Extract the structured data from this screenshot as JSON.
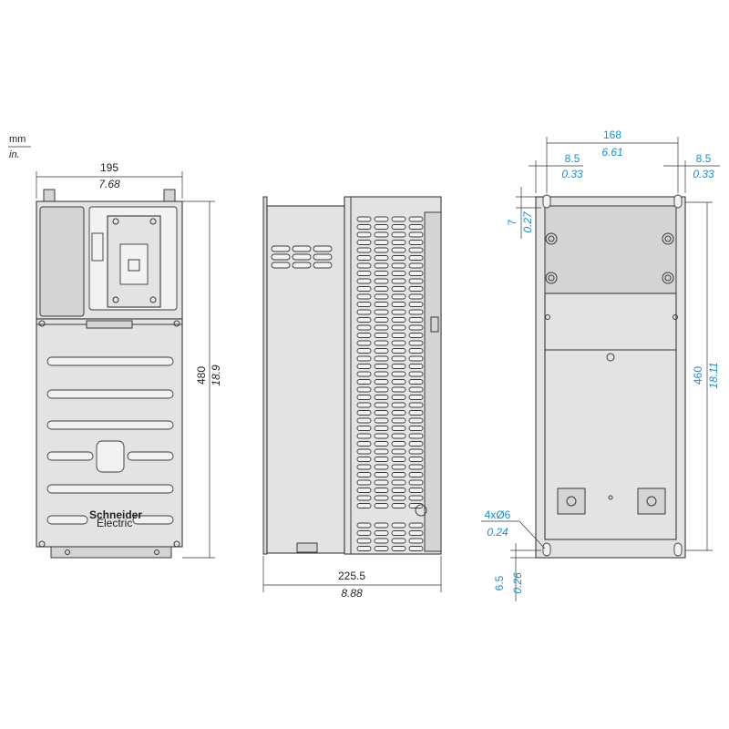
{
  "units": {
    "top": "mm",
    "bottom": "in."
  },
  "front_view": {
    "width_mm": "195",
    "width_in": "7.68",
    "height_mm": "480",
    "height_in": "18.9",
    "logo_line1": "Schneider",
    "logo_line2": "Electric"
  },
  "side_view": {
    "depth_mm": "225.5",
    "depth_in": "8.88"
  },
  "rear_view": {
    "spacing_mm": "168",
    "spacing_in": "6.61",
    "left_offset_mm": "8.5",
    "left_offset_in": "0.33",
    "right_offset_mm": "8.5",
    "right_offset_in": "0.33",
    "top_offset_mm": "7",
    "top_offset_in": "0.27",
    "height_mm": "460",
    "height_in": "18.11",
    "hole_mm": "4xØ6",
    "hole_in": "0.24",
    "bottom_offset_mm": "6.5",
    "bottom_offset_in": "0.26"
  },
  "colors": {
    "dimension_blue": "#1a8fd0",
    "line": "#333333",
    "body": "#e3e3e3"
  }
}
